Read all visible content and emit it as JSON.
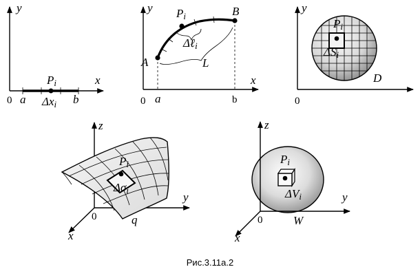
{
  "caption": "Рис.3.11а.2",
  "panel_line": {
    "y": "y",
    "x": "x",
    "zero": "0",
    "a": "a",
    "b": "b",
    "point": "P",
    "point_sub": "i",
    "delta": "Δx",
    "delta_sub": "i"
  },
  "panel_arc": {
    "y": "y",
    "x": "x",
    "zero": "0",
    "a": "a",
    "b": "b",
    "A": "A",
    "B": "B",
    "point": "P",
    "point_sub": "i",
    "delta": "Δℓ",
    "delta_sub": "i",
    "L": "L"
  },
  "panel_region": {
    "y": "y",
    "zero": "0",
    "point": "P",
    "point_sub": "i",
    "delta": "ΔS",
    "delta_sub": "i",
    "D": "D"
  },
  "panel_surface": {
    "z": "z",
    "y": "y",
    "x": "x",
    "zero": "0",
    "point": "P",
    "point_sub": "i",
    "delta": "Δσ",
    "delta_sub": "i",
    "q": "q"
  },
  "panel_volume": {
    "z": "z",
    "y": "y",
    "x": "x",
    "zero": "0",
    "point": "P",
    "point_sub": "i",
    "delta": "ΔV",
    "delta_sub": "i",
    "W": "W"
  },
  "colors": {
    "ink": "#000000",
    "region_fill_light": "#f2f2f2",
    "region_fill_dark": "#9a9a9a"
  }
}
